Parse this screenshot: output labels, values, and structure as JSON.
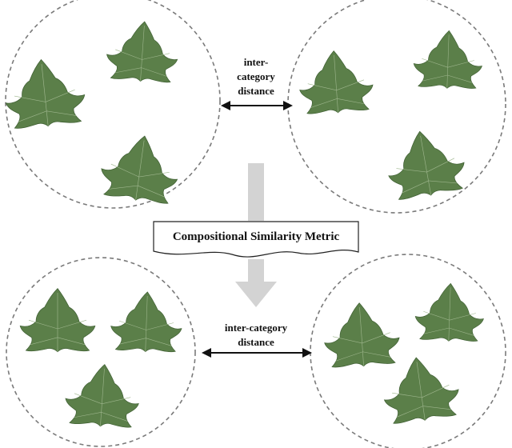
{
  "diagram": {
    "top_distance_label": [
      "inter-",
      "category",
      "distance"
    ],
    "metric_label": "Compositional Similarity  Metric",
    "bottom_distance_label": [
      "inter-category",
      "distance"
    ]
  },
  "colors": {
    "leaf": "#5b7f49",
    "leaf_edge": "#3f5f33",
    "arrow": "#d3d3d3",
    "circle_stroke": "#7a7a7a"
  },
  "icons": [
    "cotton-leaf-icon",
    "double-arrow-icon",
    "down-arrow-icon"
  ]
}
